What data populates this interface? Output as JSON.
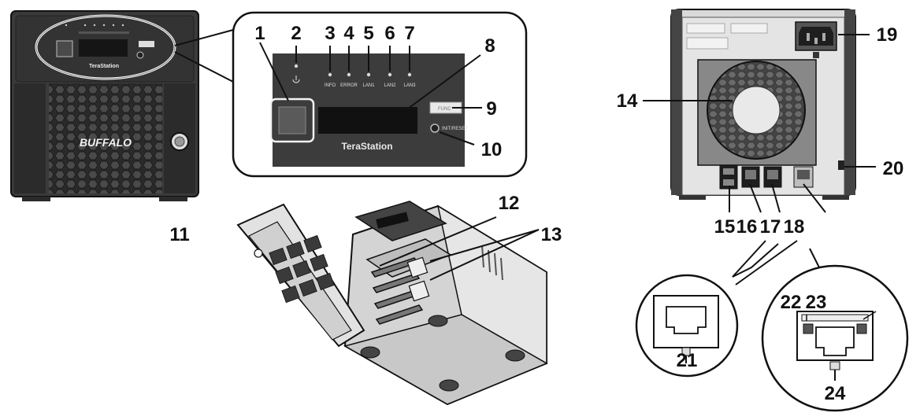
{
  "device": {
    "brand": "TeraStation",
    "logo": "BUFFALO",
    "led_labels": [
      "INFO",
      "ERROR",
      "LAN1",
      "LAN2",
      "LAN3"
    ],
    "function_button_label": "FUNC",
    "init_button_label": "INIT/RESET"
  },
  "callouts": {
    "n1": "1",
    "n2": "2",
    "n3": "3",
    "n4": "4",
    "n5": "5",
    "n6": "6",
    "n7": "7",
    "n8": "8",
    "n9": "9",
    "n10": "10",
    "n11": "11",
    "n12": "12",
    "n13": "13",
    "n14": "14",
    "n15": "15",
    "n16": "16",
    "n17": "17",
    "n18": "18",
    "n19": "19",
    "n20": "20",
    "n21": "21",
    "n22": "22",
    "n23": "23",
    "n24": "24"
  },
  "icons": {
    "power": "power-icon",
    "fan": "fan-grille-icon",
    "ac_inlet": "ac-inlet-icon",
    "usb": "usb-port-icon",
    "lan": "lan-port-icon",
    "lock": "security-slot-icon",
    "key": "key-lock-icon"
  },
  "colors": {
    "panel": "#3a3a3a",
    "panel_dark": "#262626",
    "chassis_gray": "#cfcfcf",
    "line": "#111111",
    "led": "#d9d9d9"
  }
}
